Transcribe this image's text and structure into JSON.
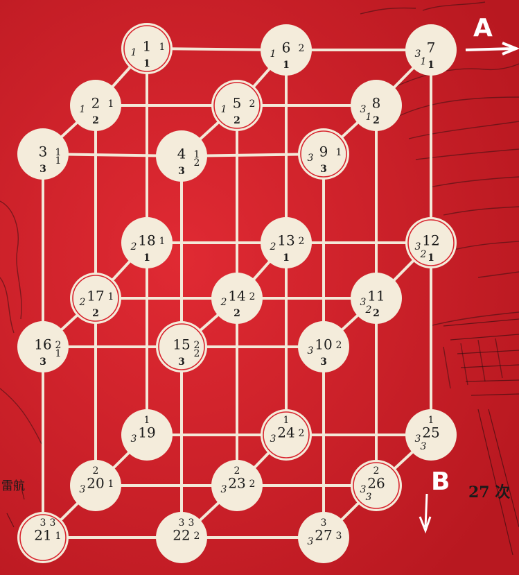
{
  "labels": {
    "a": "A",
    "b": "B",
    "caption": "27 次",
    "side": "雷航"
  },
  "colors": {
    "bg": "#d8242e",
    "bgDark": "#a3141d",
    "node": "#f4ecdb",
    "line": "#f3e8d8",
    "ink": "#1a1a1a"
  },
  "nodes": [
    {
      "id": "1",
      "l": "1",
      "r": "1",
      "b": "1"
    },
    {
      "id": "2",
      "l": "1",
      "r": "1",
      "b": "2"
    },
    {
      "id": "3",
      "r": "1",
      "r2": "1",
      "b": "3"
    },
    {
      "id": "4",
      "r": "1",
      "r2": "2",
      "b": "3"
    },
    {
      "id": "5",
      "l": "1",
      "r": "2",
      "b": "2"
    },
    {
      "id": "6",
      "l": "1",
      "r": "2",
      "b": "1"
    },
    {
      "id": "7",
      "l": "3",
      "l2": "1",
      "b": "1"
    },
    {
      "id": "8",
      "l": "3",
      "l2": "1",
      "b": "2"
    },
    {
      "id": "9",
      "l": "3",
      "r": "1",
      "b": "3"
    },
    {
      "id": "10",
      "l": "3",
      "r": "2",
      "b": "3"
    },
    {
      "id": "11",
      "l": "3",
      "l2": "2",
      "b": "2"
    },
    {
      "id": "12",
      "l": "3",
      "l2": "2",
      "b": "1"
    },
    {
      "id": "13",
      "l": "2",
      "r": "2",
      "b": "1"
    },
    {
      "id": "14",
      "l": "2",
      "r": "2",
      "b": "2"
    },
    {
      "id": "15",
      "r": "2",
      "r2": "2",
      "b": "3"
    },
    {
      "id": "16",
      "r": "2",
      "r2": "1",
      "b": "3"
    },
    {
      "id": "17",
      "l": "2",
      "r": "1",
      "b": "2"
    },
    {
      "id": "18",
      "l": "2",
      "r": "1",
      "b": "1"
    },
    {
      "id": "19",
      "t": "1",
      "l": "3"
    },
    {
      "id": "20",
      "t": "2",
      "r": "1",
      "l": "3"
    },
    {
      "id": "21",
      "t": "3",
      "t2": "3",
      "r": "1"
    },
    {
      "id": "22",
      "t": "3",
      "t2": "3",
      "r": "2"
    },
    {
      "id": "23",
      "t": "2",
      "r": "2",
      "l": "3"
    },
    {
      "id": "24",
      "t": "1",
      "r": "2",
      "l": "3"
    },
    {
      "id": "25",
      "t": "1",
      "l": "3",
      "l2": "3"
    },
    {
      "id": "26",
      "t": "2",
      "l": "3",
      "l2": "3"
    },
    {
      "id": "27",
      "t": "3",
      "l": "3",
      "r": "3"
    }
  ]
}
